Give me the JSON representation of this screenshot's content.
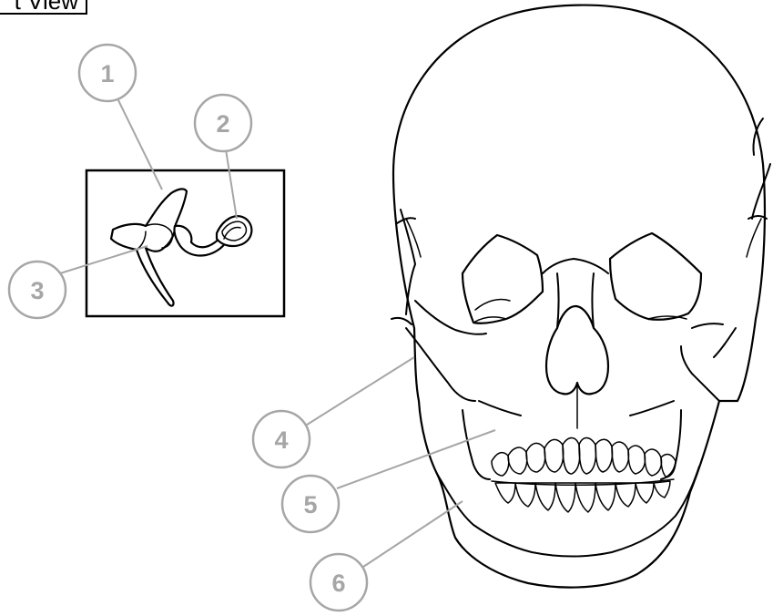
{
  "diagram": {
    "title": "t View",
    "callouts": [
      {
        "number": "1"
      },
      {
        "number": "2"
      },
      {
        "number": "3"
      },
      {
        "number": "4"
      },
      {
        "number": "5"
      },
      {
        "number": "6"
      }
    ]
  },
  "colors": {
    "callout_gray": "#a6a6a6",
    "outline": "#000000",
    "background": "#ffffff"
  }
}
